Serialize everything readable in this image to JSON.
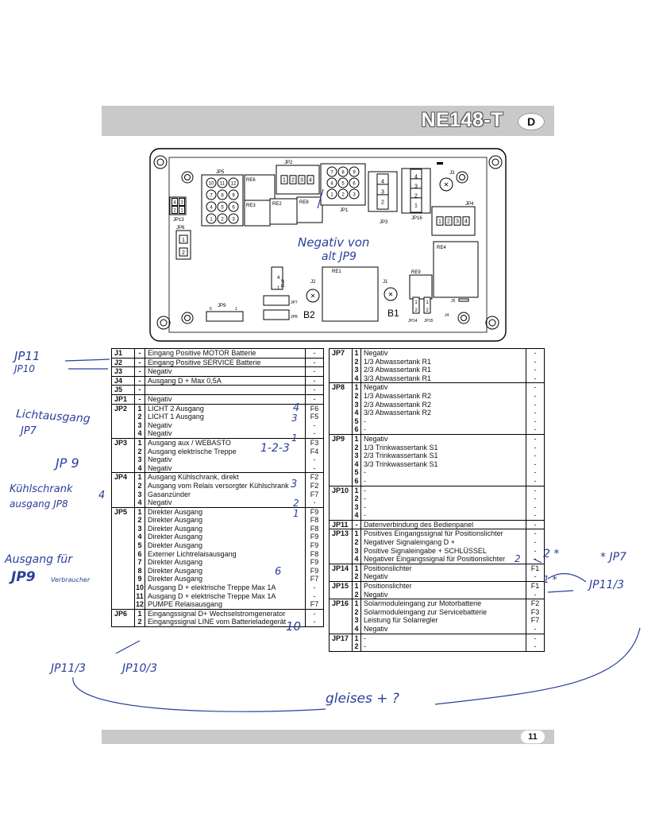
{
  "header": {
    "title": "NE148-T",
    "lang_badge": "D"
  },
  "footer": {
    "page": "11"
  },
  "diagram": {
    "labels": {
      "jp5": "JP5",
      "re6": "RE6",
      "jp2": "JP2",
      "jp1": "JP1",
      "jp3": "JP3",
      "jp16": "JP16",
      "jp4": "JP4",
      "j3": "J3",
      "jp13": "JP13",
      "jp6": "JP6",
      "re3": "RE3",
      "re2": "RE2",
      "re8": "RE8",
      "re4": "RE4",
      "re1": "RE1",
      "re9": "RE9",
      "j2": "J2",
      "j1": "J1",
      "jp9": "JP9",
      "jp11": "JP11",
      "jp7": "JP7",
      "jp8": "JP8",
      "b2": "B2",
      "b1": "B1",
      "jp14": "JP14",
      "jp15": "JP15",
      "j4": "J4",
      "j5": "J5",
      "jp5_pins": [
        "10",
        "11",
        "12",
        "7",
        "8",
        "9",
        "4",
        "5",
        "6",
        "1",
        "2",
        "3"
      ],
      "jp1_pins": [
        "7",
        "8",
        "9",
        "4",
        "5",
        "6",
        "1",
        "2",
        "3"
      ],
      "jp2_pins": [
        "1",
        "2",
        "3",
        "4"
      ],
      "jp4_pins": [
        "1",
        "2",
        "3",
        "4"
      ],
      "jp3_pins": [
        "4",
        "3",
        "2"
      ],
      "jp16_pins": [
        "4",
        "3",
        "2",
        "1"
      ],
      "jp13_pins": [
        "4",
        "3",
        "2",
        "1"
      ],
      "jp6_pins": [
        "1",
        "2"
      ],
      "jp11_pins": [
        "4",
        "1"
      ],
      "jp9_pins": [
        "6",
        "1"
      ],
      "jp14_pins": [
        "1",
        "2"
      ],
      "jp15_pins": [
        "1",
        "2"
      ]
    }
  },
  "table_left": [
    {
      "jp": "J1",
      "pin": "-",
      "desc": "Eingang Positive MOTOR Batterie",
      "fuse": "-"
    },
    {
      "jp": "J2",
      "pin": "-",
      "desc": "Eingang Positive SERVICE  Batterie",
      "fuse": "-"
    },
    {
      "jp": "J3",
      "pin": "-",
      "desc": "Negativ",
      "fuse": "-"
    },
    {
      "jp": "J4",
      "pin": "-",
      "desc": "Ausgang D + Max 0,5A",
      "fuse": "-"
    },
    {
      "jp": "J5",
      "pin": "-",
      "desc": "",
      "fuse": "-"
    },
    {
      "jp": "JP1",
      "pin": "-",
      "desc": "Negativ",
      "fuse": "-"
    },
    {
      "jp": "JP2",
      "pin": "1",
      "desc": "LICHT 2 Ausgang",
      "fuse": "F6"
    },
    {
      "jp": "",
      "pin": "2",
      "desc": "LICHT 1 Ausgang",
      "fuse": "F5"
    },
    {
      "jp": "",
      "pin": "3",
      "desc": "Negativ",
      "fuse": "-"
    },
    {
      "jp": "",
      "pin": "4",
      "desc": "Negativ",
      "fuse": "-"
    },
    {
      "jp": "JP3",
      "pin": "1",
      "desc": "Ausgang aux / WEBASTO",
      "fuse": "F3"
    },
    {
      "jp": "",
      "pin": "2",
      "desc": "Ausgang elektrische Treppe",
      "fuse": "F4"
    },
    {
      "jp": "",
      "pin": "3",
      "desc": "Negativ",
      "fuse": "-"
    },
    {
      "jp": "",
      "pin": "4",
      "desc": "Negativ",
      "fuse": "-"
    },
    {
      "jp": "JP4",
      "pin": "1",
      "desc": "Ausgang Kühlschrank, direkt",
      "fuse": "F2"
    },
    {
      "jp": "",
      "pin": "2",
      "desc": "Ausgang vom Relais versorgter Kühlschrank",
      "fuse": "F2"
    },
    {
      "jp": "",
      "pin": "3",
      "desc": "Gasanzünder",
      "fuse": "F7"
    },
    {
      "jp": "",
      "pin": "4",
      "desc": "Negativ",
      "fuse": "-"
    },
    {
      "jp": "JP5",
      "pin": "1",
      "desc": "Direkter Ausgang",
      "fuse": "F9"
    },
    {
      "jp": "",
      "pin": "2",
      "desc": "Direkter Ausgang",
      "fuse": "F8"
    },
    {
      "jp": "",
      "pin": "3",
      "desc": "Direkter Ausgang",
      "fuse": "F8"
    },
    {
      "jp": "",
      "pin": "4",
      "desc": "Direkter Ausgang",
      "fuse": "F9"
    },
    {
      "jp": "",
      "pin": "5",
      "desc": "Direkter Ausgang",
      "fuse": "F9"
    },
    {
      "jp": "",
      "pin": "6",
      "desc": "Externer Lichtrelaisausgang",
      "fuse": "F8"
    },
    {
      "jp": "",
      "pin": "7",
      "desc": "Direkter Ausgang",
      "fuse": "F9"
    },
    {
      "jp": "",
      "pin": "8",
      "desc": "Direkter Ausgang",
      "fuse": "F9"
    },
    {
      "jp": "",
      "pin": "9",
      "desc": "Direkter Ausgang",
      "fuse": "F7"
    },
    {
      "jp": "",
      "pin": "10",
      "desc": "Ausgang D + elektrische Treppe Max 1A",
      "fuse": "-"
    },
    {
      "jp": "",
      "pin": "11",
      "desc": "Ausgang D + elektrische Treppe Max 1A",
      "fuse": "-"
    },
    {
      "jp": "",
      "pin": "12",
      "desc": "PUMPE Relaisausgang",
      "fuse": "F7"
    },
    {
      "jp": "JP6",
      "pin": "1",
      "desc": "Eingangssignal D+ Wechselstromgenerator",
      "fuse": "-"
    },
    {
      "jp": "",
      "pin": "2",
      "desc": "Eingangssignal LINE vom Batterieladegerät",
      "fuse": "-"
    }
  ],
  "table_right": [
    {
      "jp": "JP7",
      "pin": "1",
      "desc": "Negativ",
      "fuse": "-"
    },
    {
      "jp": "",
      "pin": "2",
      "desc": "1/3 Abwassertank R1",
      "fuse": "-"
    },
    {
      "jp": "",
      "pin": "3",
      "desc": "2/3 Abwassertank R1",
      "fuse": "-"
    },
    {
      "jp": "",
      "pin": "4",
      "desc": "3/3 Abwassertank R1",
      "fuse": "-"
    },
    {
      "jp": "JP8",
      "pin": "1",
      "desc": "Negativ",
      "fuse": "-"
    },
    {
      "jp": "",
      "pin": "2",
      "desc": "1/3 Abwassertank R2",
      "fuse": "-"
    },
    {
      "jp": "",
      "pin": "3",
      "desc": "2/3 Abwassertank R2",
      "fuse": "-"
    },
    {
      "jp": "",
      "pin": "4",
      "desc": "3/3 Abwassertank R2",
      "fuse": "-"
    },
    {
      "jp": "",
      "pin": "5",
      "desc": "-",
      "fuse": "-"
    },
    {
      "jp": "",
      "pin": "6",
      "desc": "-",
      "fuse": "-"
    },
    {
      "jp": "JP9",
      "pin": "1",
      "desc": "Negativ",
      "fuse": "-"
    },
    {
      "jp": "",
      "pin": "2",
      "desc": "1/3 Trinkwassertank S1",
      "fuse": "-"
    },
    {
      "jp": "",
      "pin": "3",
      "desc": "2/3 Trinkwassertank S1",
      "fuse": "-"
    },
    {
      "jp": "",
      "pin": "4",
      "desc": "3/3 Trinkwassertank S1",
      "fuse": "-"
    },
    {
      "jp": "",
      "pin": "5",
      "desc": "-",
      "fuse": "-"
    },
    {
      "jp": "",
      "pin": "6",
      "desc": "-",
      "fuse": "-"
    },
    {
      "jp": "JP10",
      "pin": "1",
      "desc": "-",
      "fuse": "-"
    },
    {
      "jp": "",
      "pin": "2",
      "desc": "-",
      "fuse": "-"
    },
    {
      "jp": "",
      "pin": "3",
      "desc": "-",
      "fuse": "-"
    },
    {
      "jp": "",
      "pin": "4",
      "desc": "-",
      "fuse": "-"
    },
    {
      "jp": "JP11",
      "pin": "-",
      "desc": "Datenverbindung des Bedienpanel",
      "fuse": "-"
    },
    {
      "jp": "JP13",
      "pin": "1",
      "desc": "Positives Eingangssignal für Positionslichter",
      "fuse": "-"
    },
    {
      "jp": "",
      "pin": "2",
      "desc": "Negativer Signaleingang D +",
      "fuse": "-"
    },
    {
      "jp": "",
      "pin": "3",
      "desc": "Positive Signaleingabe + SCHLÜSSEL",
      "fuse": "-"
    },
    {
      "jp": "",
      "pin": "4",
      "desc": "Negativer Eingangssignal für Positionslichter",
      "fuse": "-"
    },
    {
      "jp": "JP14",
      "pin": "1",
      "desc": "Positionslichter",
      "fuse": "F1"
    },
    {
      "jp": "",
      "pin": "2",
      "desc": "Negativ",
      "fuse": "-"
    },
    {
      "jp": "JP15",
      "pin": "1",
      "desc": "Positionslichter",
      "fuse": "F1"
    },
    {
      "jp": "",
      "pin": "2",
      "desc": "Negativ",
      "fuse": "-"
    },
    {
      "jp": "JP16",
      "pin": "1",
      "desc": "Solarmoduleingang zur Motorbatterie",
      "fuse": "F2"
    },
    {
      "jp": "",
      "pin": "2",
      "desc": "Solarmoduleingang zur Servicebatterie",
      "fuse": "F3"
    },
    {
      "jp": "",
      "pin": "3",
      "desc": "Leistung für Solarregler",
      "fuse": "F7"
    },
    {
      "jp": "",
      "pin": "4",
      "desc": "Negativ",
      "fuse": "-"
    },
    {
      "jp": "JP17",
      "pin": "1",
      "desc": "-",
      "fuse": "-"
    },
    {
      "jp": "",
      "pin": "2",
      "desc": "-",
      "fuse": "-"
    }
  ],
  "handwritten": {
    "jp11": "JP11",
    "jp10": "JP10",
    "lichtausgang": "Lichtausgang",
    "jp7": "JP7",
    "jp9": "JP 9",
    "kuehlschrank": "Kühlschrank",
    "ausgang_jp8": "ausgang JP8",
    "n4": "4",
    "ausgang_fuer": "Ausgang für",
    "jp9_verbr": "JP9",
    "verbraucher": "Verbraucher",
    "negativ_von": "Negativ von",
    "alt_jp9": "alt JP9",
    "n4b": "4",
    "n3": "3",
    "n1": "1",
    "n123": "1-2-3",
    "n3b": "3",
    "n2": "2",
    "n1b": "1",
    "n6": "6",
    "n10": "10",
    "jp11_3_bottom": "JP11/3",
    "jp10_3_bottom": "JP10/3",
    "gleises": "gleises + ?",
    "n2_right": "2",
    "n2_star": "2 *",
    "star_jp7": "* JP7",
    "jp11_3_right": "JP11/3",
    "n1_star": "1 *"
  }
}
